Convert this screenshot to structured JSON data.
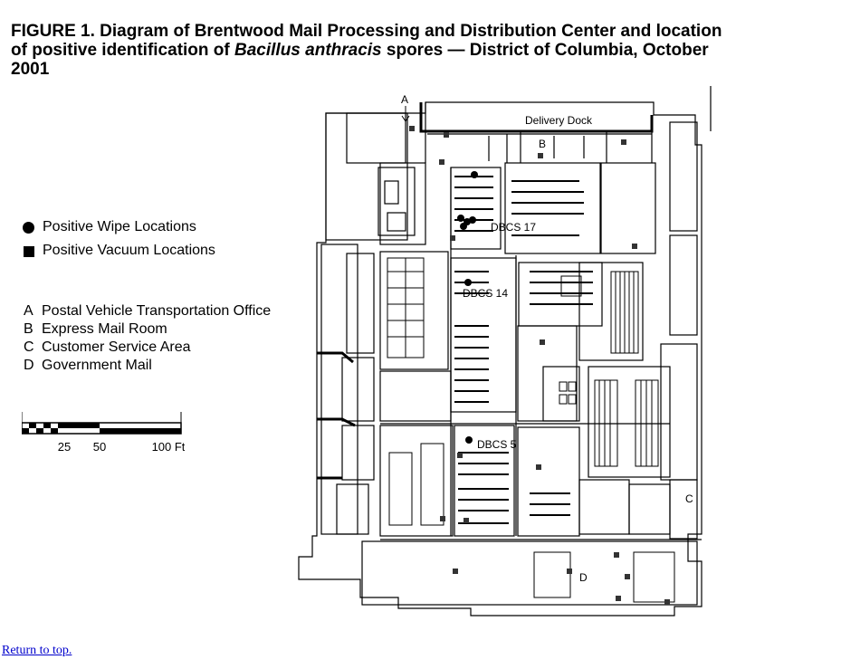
{
  "title": {
    "line1": "FIGURE 1. Diagram of Brentwood Mail Processing and Distribution Center and location",
    "line2_a": "of positive identification of ",
    "line2_italic": "Bacillus anthracis",
    "line2_b": "  spores — District of Columbia, October",
    "line3": "2001"
  },
  "legend": {
    "wipe": "Positive Wipe Locations",
    "vacuum": "Positive Vacuum Locations"
  },
  "keys": [
    {
      "letter": "A",
      "text": "Postal Vehicle Transportation Office"
    },
    {
      "letter": "B",
      "text": "Express Mail Room"
    },
    {
      "letter": "C",
      "text": "Customer Service Area"
    },
    {
      "letter": "D",
      "text": "Government Mail"
    }
  ],
  "scale": {
    "t1": "25",
    "t2": "50",
    "t3": "100 Ft"
  },
  "plan_labels": {
    "a": "A",
    "b": "B",
    "c": "C",
    "d": "D",
    "dock": "Delivery Dock",
    "dbcs17": "DBCS 17",
    "dbcs14": "DBCS 14",
    "dbcs5": "DBCS 5"
  },
  "footer": {
    "return_link": "Return to top."
  }
}
